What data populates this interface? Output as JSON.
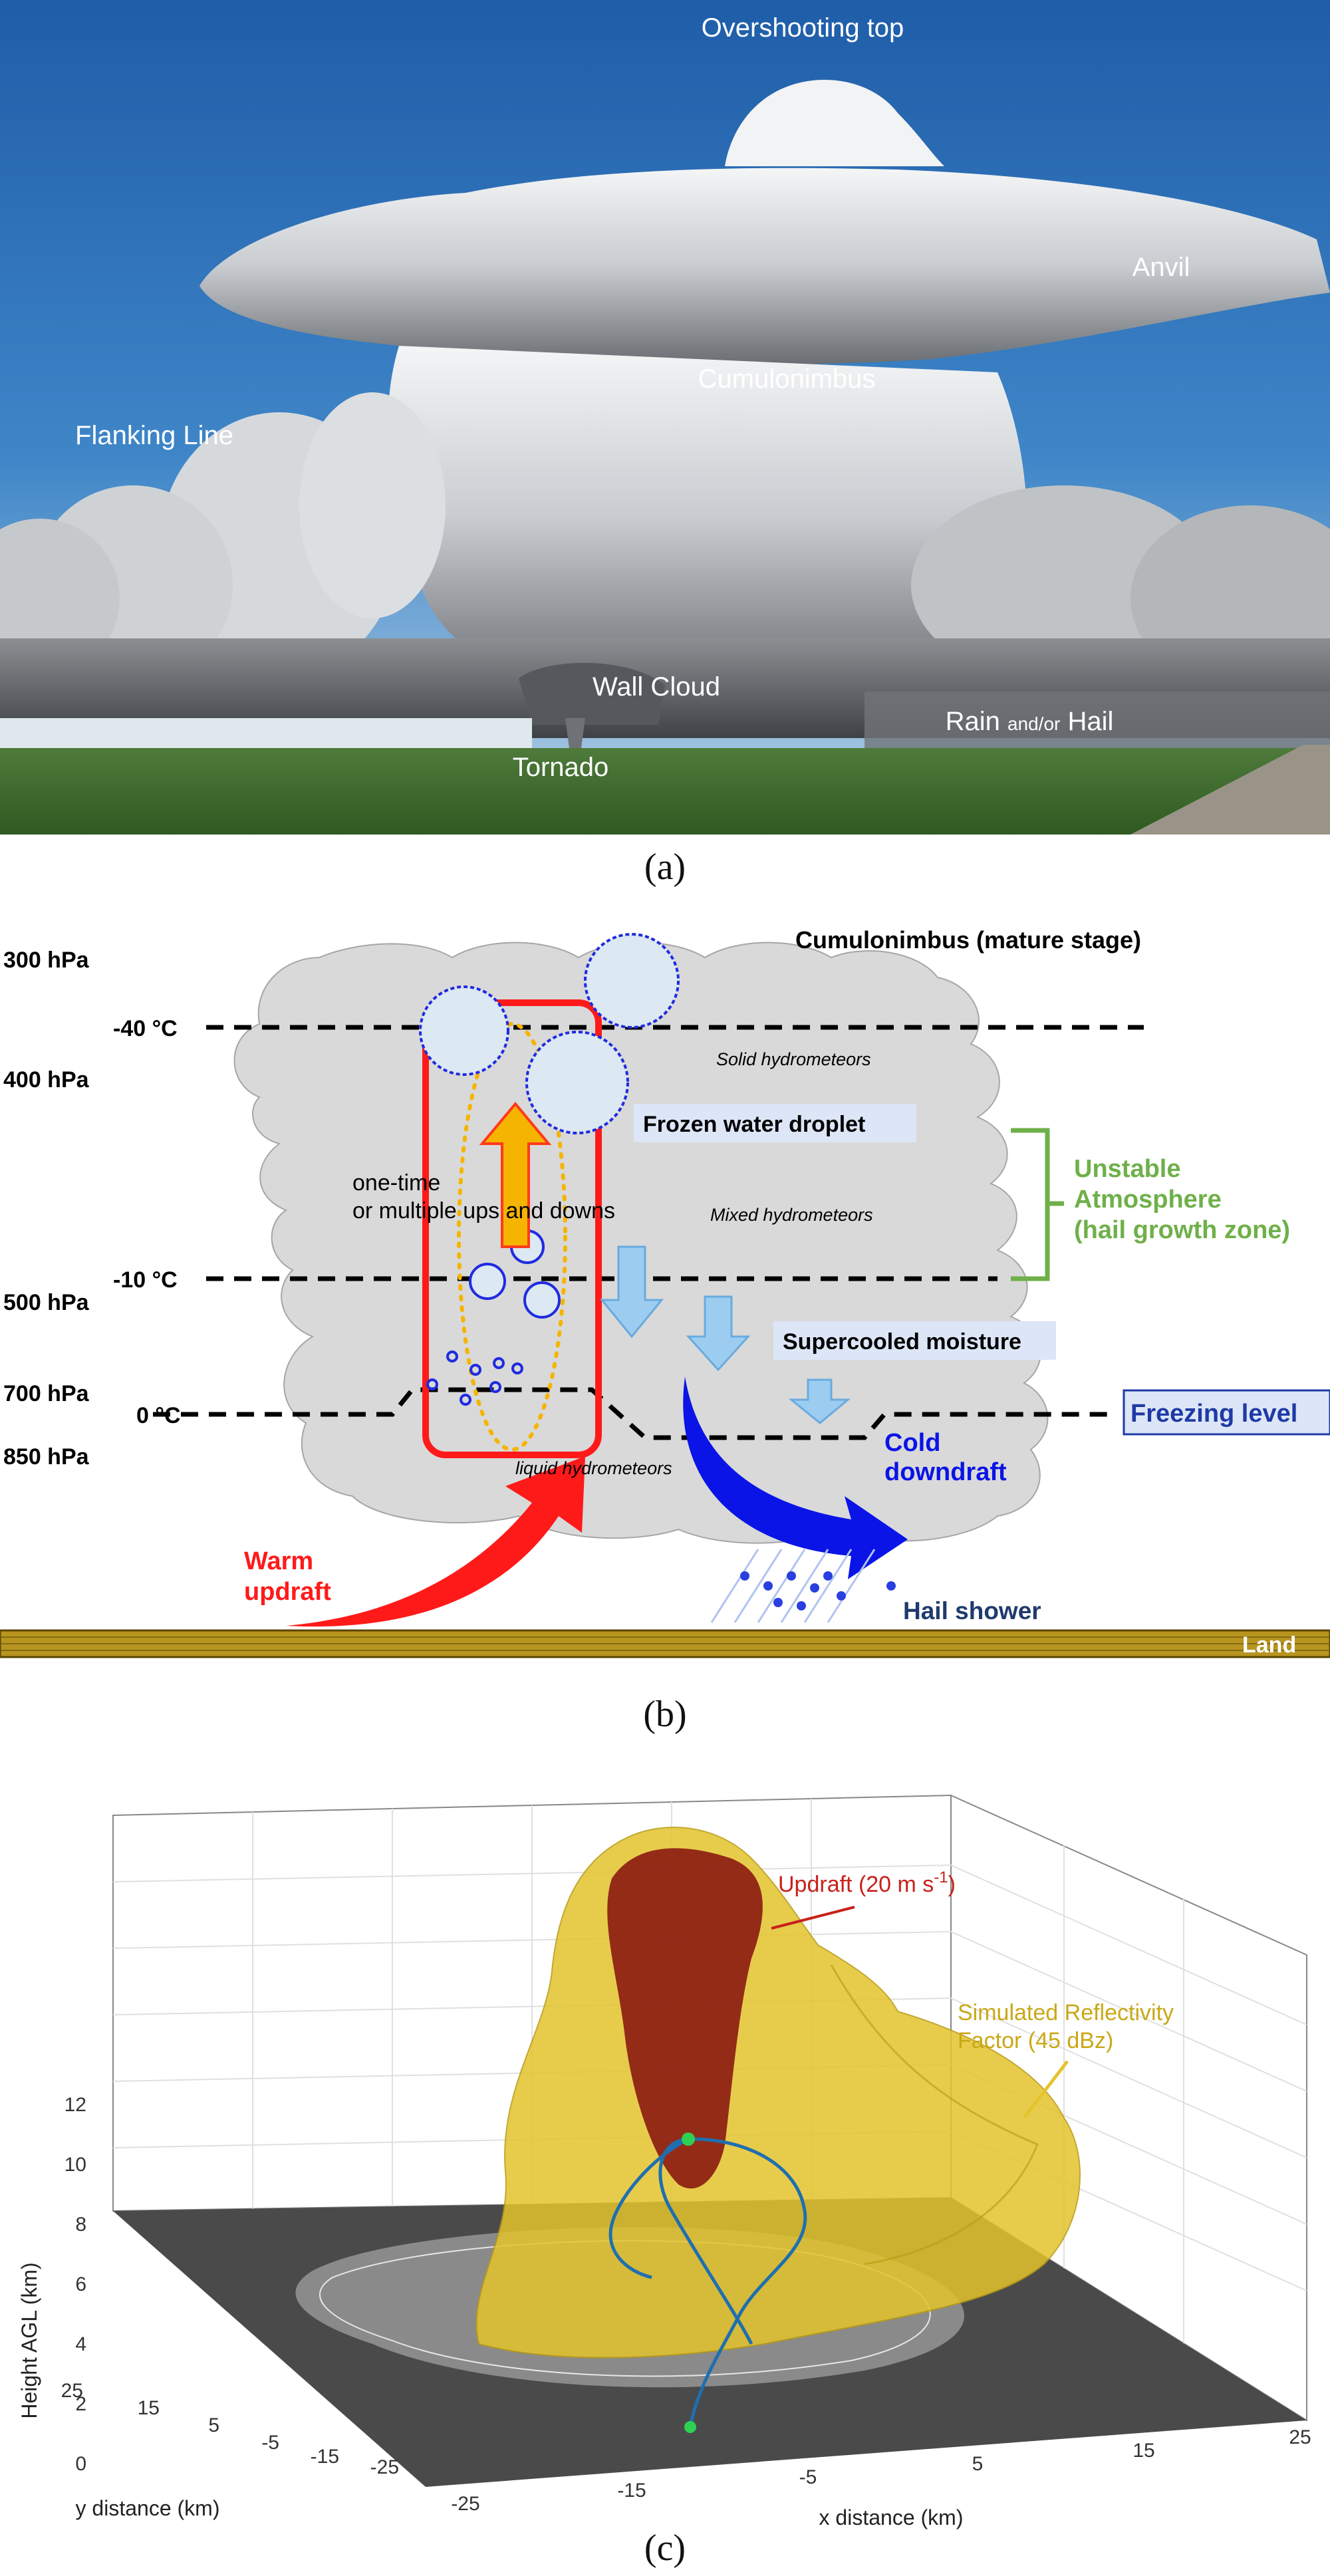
{
  "panel_a": {
    "caption": "(a)",
    "labels": {
      "overshooting_top": "Overshooting top",
      "anvil": "Anvil",
      "cumulonimbus": "Cumulonimbus",
      "flanking_line": "Flanking Line",
      "wall_cloud": "Wall Cloud",
      "rain_main": "Rain ",
      "rain_small": "and/or",
      "rain_end": " Hail",
      "tornado": "Tornado"
    }
  },
  "panel_b": {
    "caption": "(b)",
    "pressure_labels": [
      "300 hPa",
      "400 hPa",
      "500 hPa",
      "700 hPa",
      "850 hPa"
    ],
    "temperature_labels": [
      "-40 °C",
      "-10 °C",
      "0 °C"
    ],
    "title": "Cumulonimbus (mature stage)",
    "solid": "Solid hydrometeors",
    "mixed": "Mixed hydrometeors",
    "liquid": "liquid hydrometeors",
    "frozen": "Frozen water droplet",
    "supercooled": "Supercooled moisture",
    "ups_downs_1": "one-time",
    "ups_downs_2": "or multiple ups and downs",
    "unstable_1": "Unstable",
    "unstable_2": "Atmosphere",
    "unstable_3": "(hail growth zone)",
    "freezing": "Freezing level",
    "cold_1": "Cold",
    "cold_2": "downdraft",
    "warm_1": "Warm",
    "warm_2": "updraft",
    "hail_shower": "Hail shower",
    "land": "Land",
    "colors": {
      "cloud": "#d9d9d9",
      "red": "#ff1a1a",
      "blue": "#0a14e6",
      "light_blue": "#9ccdf0",
      "green": "#6fb04a",
      "hail_blue": "#2a3fe0",
      "label_bg": "#dde6f7"
    }
  },
  "panel_c": {
    "caption": "(c)",
    "ylabel": "Height AGL (km)",
    "xlabel": "x distance (km)",
    "ydist_label": "y distance (km)",
    "z_ticks": [
      "0",
      "2",
      "4",
      "6",
      "8",
      "10",
      "12"
    ],
    "y_ticks": [
      "25",
      "15",
      "5",
      "-5",
      "-15",
      "-25"
    ],
    "x_ticks": [
      "-25",
      "-15",
      "-5",
      "5",
      "15",
      "25"
    ],
    "updraft_label": "Updraft (20 m s",
    "updraft_sup": "-1",
    "updraft_close": ")",
    "reflectivity_1": "Simulated Reflectivity",
    "reflectivity_2": "Factor (45 dBz)",
    "colors": {
      "reflectivity": "#e3c42c",
      "updraft": "#8a1a12",
      "trajectory": "#1f6fb0"
    }
  }
}
